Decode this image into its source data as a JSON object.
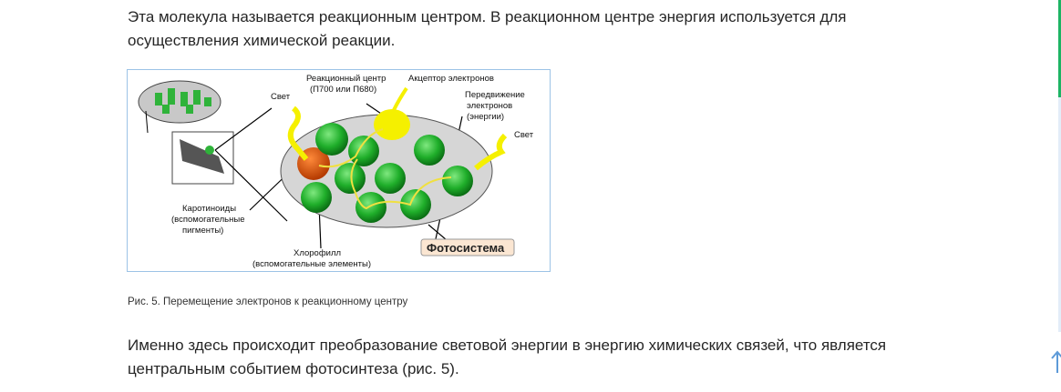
{
  "paragraphs": {
    "intro": "Эта молекула называется реакционным центром. В реакционном центре энергия используется для осуществления химической реакции.",
    "conclusion": "Именно здесь происходит преобразование световой энергии в энергию химических связей, что является центральным событием фотосинтеза (рис. 5)."
  },
  "figure": {
    "caption": "Рис. 5. Перемещение электронов к реакционному центру",
    "labels": {
      "light_left": "Свет",
      "reaction_center_1": "Реакционный центр",
      "reaction_center_2": "(П700 или П680)",
      "acceptor": "Акцептор электронов",
      "movement_1": "Передвижение",
      "movement_2": "электронов",
      "movement_3": "(энергии)",
      "light_right": "Свет",
      "carotenoids_1": "Каротиноиды",
      "carotenoids_2": "(вспомогательные",
      "carotenoids_3": "пигменты)",
      "chlorophyll_1": "Хлорофилл",
      "chlorophyll_2": "(вспомогательные элементы)",
      "photosystem": "Фотосистема"
    }
  },
  "scrollbar": {
    "position_fraction": 0.0,
    "accent": "#1db464"
  },
  "icons": {
    "scroll_top": "arrow-up-icon"
  }
}
